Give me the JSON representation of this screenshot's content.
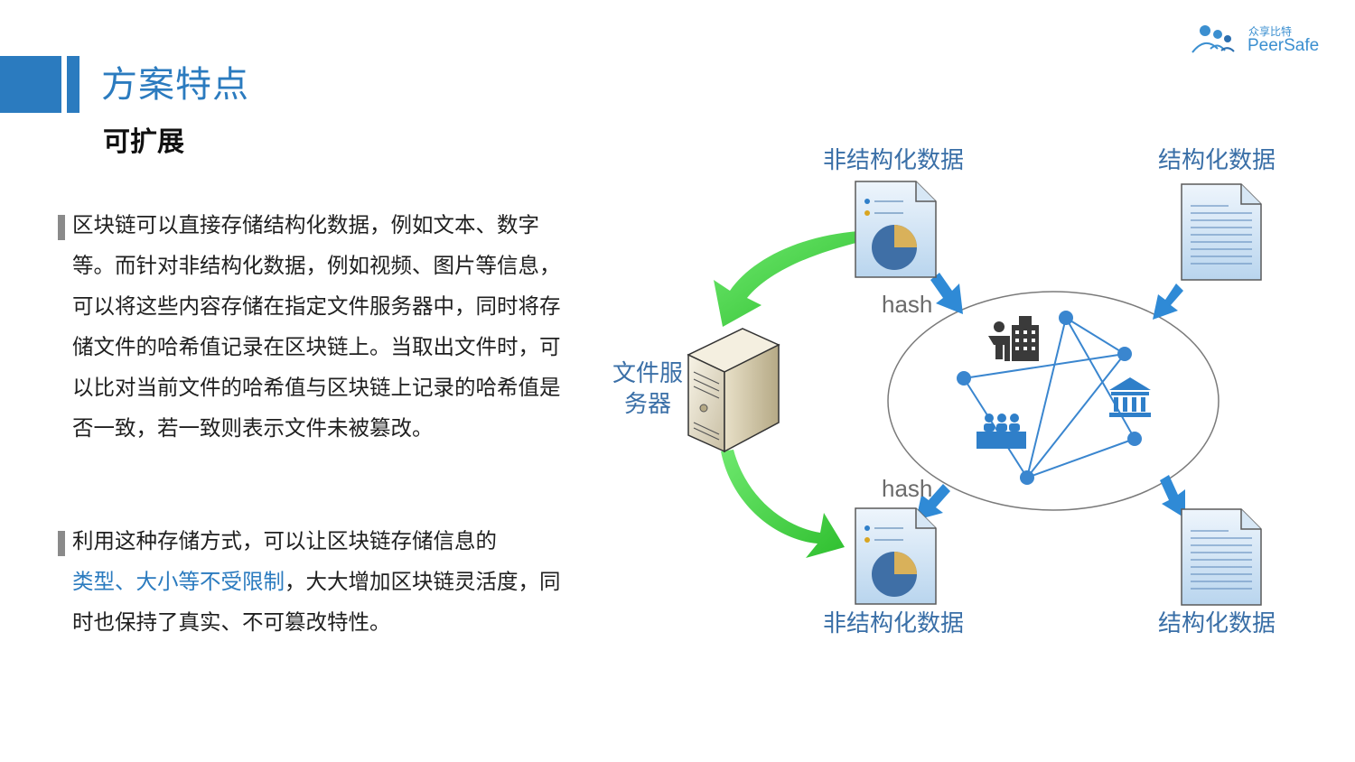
{
  "header": {
    "title": "方案特点",
    "subtitle": "可扩展"
  },
  "logo": {
    "chinese": "众享比特",
    "english": "PeerSafe"
  },
  "paragraphs": {
    "p1": "区块链可以直接存储结构化数据，例如文本、数字等。而针对非结构化数据，例如视频、图片等信息，可以将这些内容存储在指定文件服务器中，同时将存储文件的哈希值记录在区块链上。当取出文件时，可以比对当前文件的哈希值与区块链上记录的哈希值是否一致，若一致则表示文件未被篡改。",
    "p2_before": "利用这种存储方式，可以让区块链存储信息的",
    "p2_highlight": "类型、大小等不受限制",
    "p2_after": "，大大增加区块链灵活度，同时也保持了真实、不可篡改特性。"
  },
  "diagram": {
    "unstructured_top": "非结构化数据",
    "structured_top": "结构化数据",
    "unstructured_bottom": "非结构化数据",
    "structured_bottom": "结构化数据",
    "file_server_line1": "文件服",
    "file_server_line2": "务器",
    "hash_top": "hash",
    "hash_bottom": "hash"
  },
  "colors": {
    "accent": "#2b7bbf",
    "arrow_green": "#4fd64f",
    "arrow_blue": "#2f8ad6",
    "network_line": "#3a86cf"
  }
}
